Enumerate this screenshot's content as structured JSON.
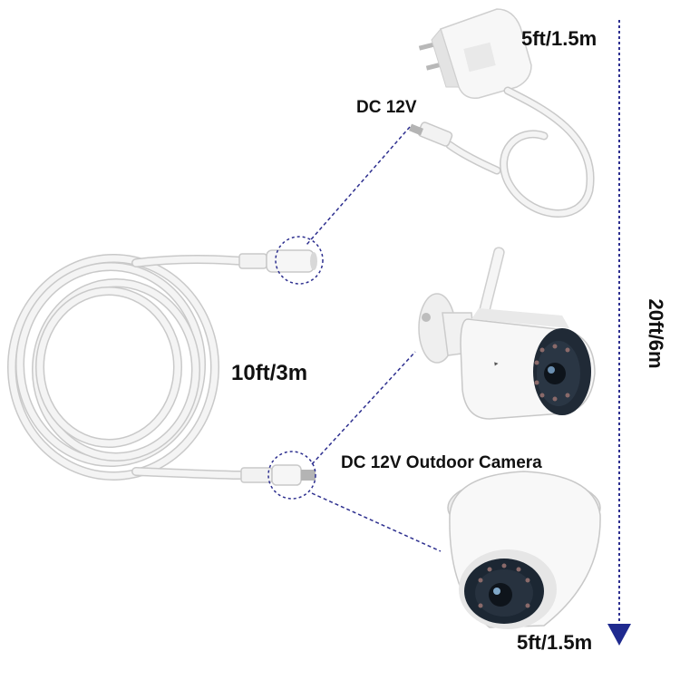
{
  "labels": {
    "adapter_cable_length": "5ft/1.5m",
    "adapter_output": "DC 12V",
    "extension_cable_length": "10ft/3m",
    "camera_label": "DC 12V Outdoor Camera",
    "camera_cable_length": "5ft/1.5m",
    "total_length": "20ft/6m"
  },
  "colors": {
    "guide_line": "#2d2f8f",
    "arrow": "#1f2a8f",
    "cable": "#f4f4f4",
    "cable_edge": "#c9c9c9",
    "camera_lens": "#1c2733"
  },
  "icons": {
    "power_adapter": "power-adapter-icon",
    "bullet_camera": "bullet-camera-icon",
    "dome_camera": "dome-camera-icon"
  }
}
